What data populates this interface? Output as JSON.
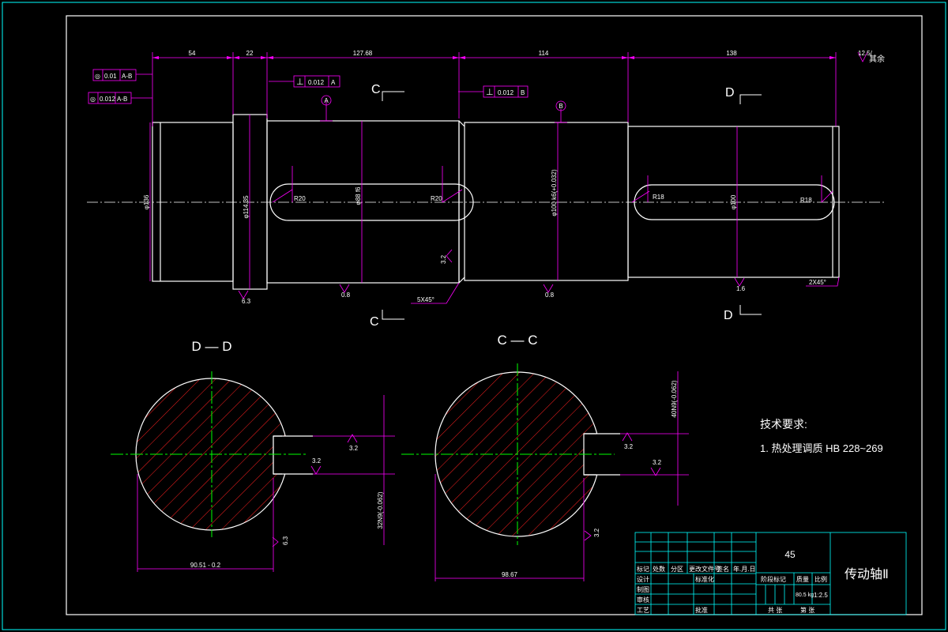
{
  "colors": {
    "border": "#00ffff",
    "outline": "#ffffff",
    "dimension": "#ff00ff",
    "centerline": "#00ff00",
    "hatch": "#ff2020"
  },
  "main_view": {
    "dimensions": {
      "d54": "54",
      "d22": "22",
      "d127": "127.68",
      "d114": "114",
      "d138": "138",
      "dia_left": "φ136",
      "dia_collar": "φ114.35",
      "dia_mid": "φ88 f6",
      "dia_b": "φ100 k6(+0.032)",
      "dia_right": "φ100",
      "r20_left": "R20",
      "r20_right": "R20",
      "r18_left": "R18",
      "r18_right": "R18",
      "chamfer_5": "5X45°",
      "chamfer_2": "2X45°"
    },
    "roughness": {
      "r_63": "6.3",
      "r_08a": "0.8",
      "r_08b": "0.8",
      "r_16": "1.6",
      "r_32": "3.2",
      "general": "12.5/",
      "general_text": "其余"
    },
    "tolerance": {
      "ft1_sym": "◎",
      "ft1_val": "0.01",
      "ft1_ref": "A-B",
      "ft2_sym": "◎",
      "ft2_val": "0.012",
      "ft2_ref": "A-B",
      "ft3_sym": "⊥",
      "ft3_val": "0.012",
      "ft3_ref": "A",
      "ft4_sym": "⊥",
      "ft4_val": "0.012",
      "ft4_ref": "B",
      "datum_a": "A",
      "datum_b": "B"
    },
    "section_marks": {
      "c_top": "C",
      "c_bottom": "C",
      "d_top": "D",
      "d_bottom": "D"
    }
  },
  "section_dd": {
    "title": "D — D",
    "width_dim": "90.51 - 0.2",
    "key_dim": "32N9(-0.062)",
    "rough_a": "3.2",
    "rough_b": "3.2",
    "rough_c": "6.3"
  },
  "section_cc": {
    "title": "C — C",
    "width_dim": "98.67",
    "key_dim": "40N9(-0.062)",
    "rough_a": "3.2",
    "rough_b": "3.2",
    "rough_c": "3.2"
  },
  "tech": {
    "heading": "技术要求:",
    "item1": "1. 热处理调质 HB 228~269"
  },
  "title_block": {
    "material": "45",
    "part_name": "传动轴Ⅱ",
    "h_mark": "标记",
    "h_count": "处数",
    "h_zone": "分区",
    "h_docno": "更改文件号",
    "h_sign": "签名",
    "h_date": "年.月.日",
    "r_design": "设计",
    "r_draw": "制图",
    "r_check": "审核",
    "r_process": "工艺",
    "r_standard": "标准化",
    "r_approve": "批准",
    "stage_mark": "阶段标记",
    "weight": "质量",
    "scale": "比例",
    "weight_val": "80.5 kg",
    "scale_val": "1:2.5",
    "sheet_total": "共 张",
    "sheet_no": "第 张"
  }
}
